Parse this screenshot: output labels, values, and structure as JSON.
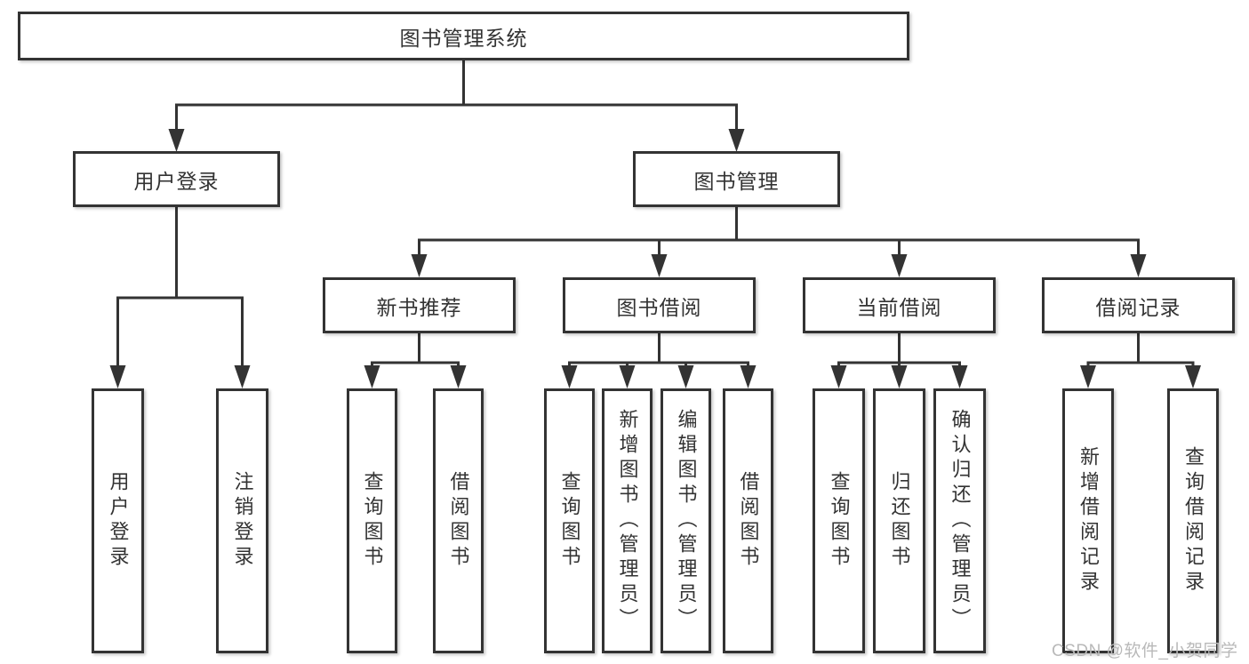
{
  "tree": {
    "root": {
      "label": "图书管理系统",
      "children": [
        {
          "label": "用户登录",
          "children": [
            {
              "label": "用户登录"
            },
            {
              "label": "注销登录"
            }
          ]
        },
        {
          "label": "图书管理",
          "children": [
            {
              "label": "新书推荐",
              "children": [
                {
                  "label": "查询图书"
                },
                {
                  "label": "借阅图书"
                }
              ]
            },
            {
              "label": "图书借阅",
              "children": [
                {
                  "label": "查询图书"
                },
                {
                  "label": "新增图书（管理员）"
                },
                {
                  "label": "编辑图书（管理员）"
                },
                {
                  "label": "借阅图书"
                }
              ]
            },
            {
              "label": "当前借阅",
              "children": [
                {
                  "label": "查询图书"
                },
                {
                  "label": "归还图书"
                },
                {
                  "label": "确认归还（管理员）"
                }
              ]
            },
            {
              "label": "借阅记录",
              "children": [
                {
                  "label": "新增借阅记录"
                },
                {
                  "label": "查询借阅记录"
                }
              ]
            }
          ]
        }
      ]
    }
  },
  "watermark": {
    "text": "CSDN @软件_小贺同学"
  },
  "colors": {
    "line": "#333333",
    "border": "#333333",
    "text": "#333333",
    "watermark": "#b9b9b9",
    "background": "#ffffff"
  }
}
